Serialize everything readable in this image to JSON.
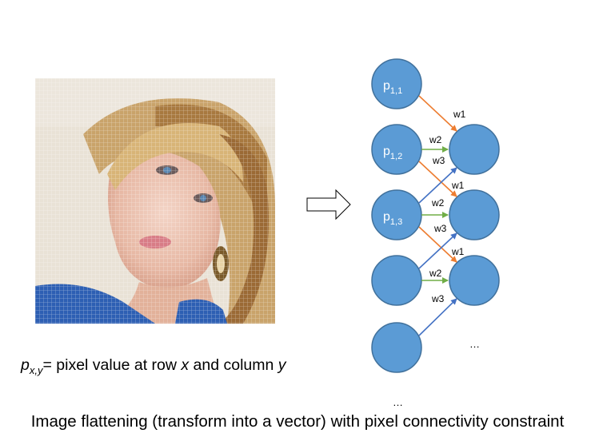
{
  "photo": {
    "alt": "portrait photo of a blonde woman, pixelated with a grid overlay"
  },
  "legend": {
    "var": "p",
    "sub": "x,y",
    "text_before": "= pixel value at row ",
    "x": "x",
    "mid": " and column ",
    "y": "y"
  },
  "caption": "Image flattening (transform into a vector) with pixel connectivity constraint",
  "input_nodes": [
    {
      "base": "p",
      "sub": "1,1"
    },
    {
      "base": "p",
      "sub": "1,2"
    },
    {
      "base": "p",
      "sub": "1,3"
    },
    {
      "base": "",
      "sub": ""
    },
    {
      "base": "",
      "sub": ""
    }
  ],
  "weights": {
    "w1": "w1",
    "w2": "w2",
    "w3": "w3"
  },
  "ellipsis": "…",
  "colors": {
    "node_fill": "#5b9bd5",
    "node_stroke": "#41719c",
    "w1": "#ed7d31",
    "w2": "#70ad47",
    "w3": "#4472c4"
  }
}
